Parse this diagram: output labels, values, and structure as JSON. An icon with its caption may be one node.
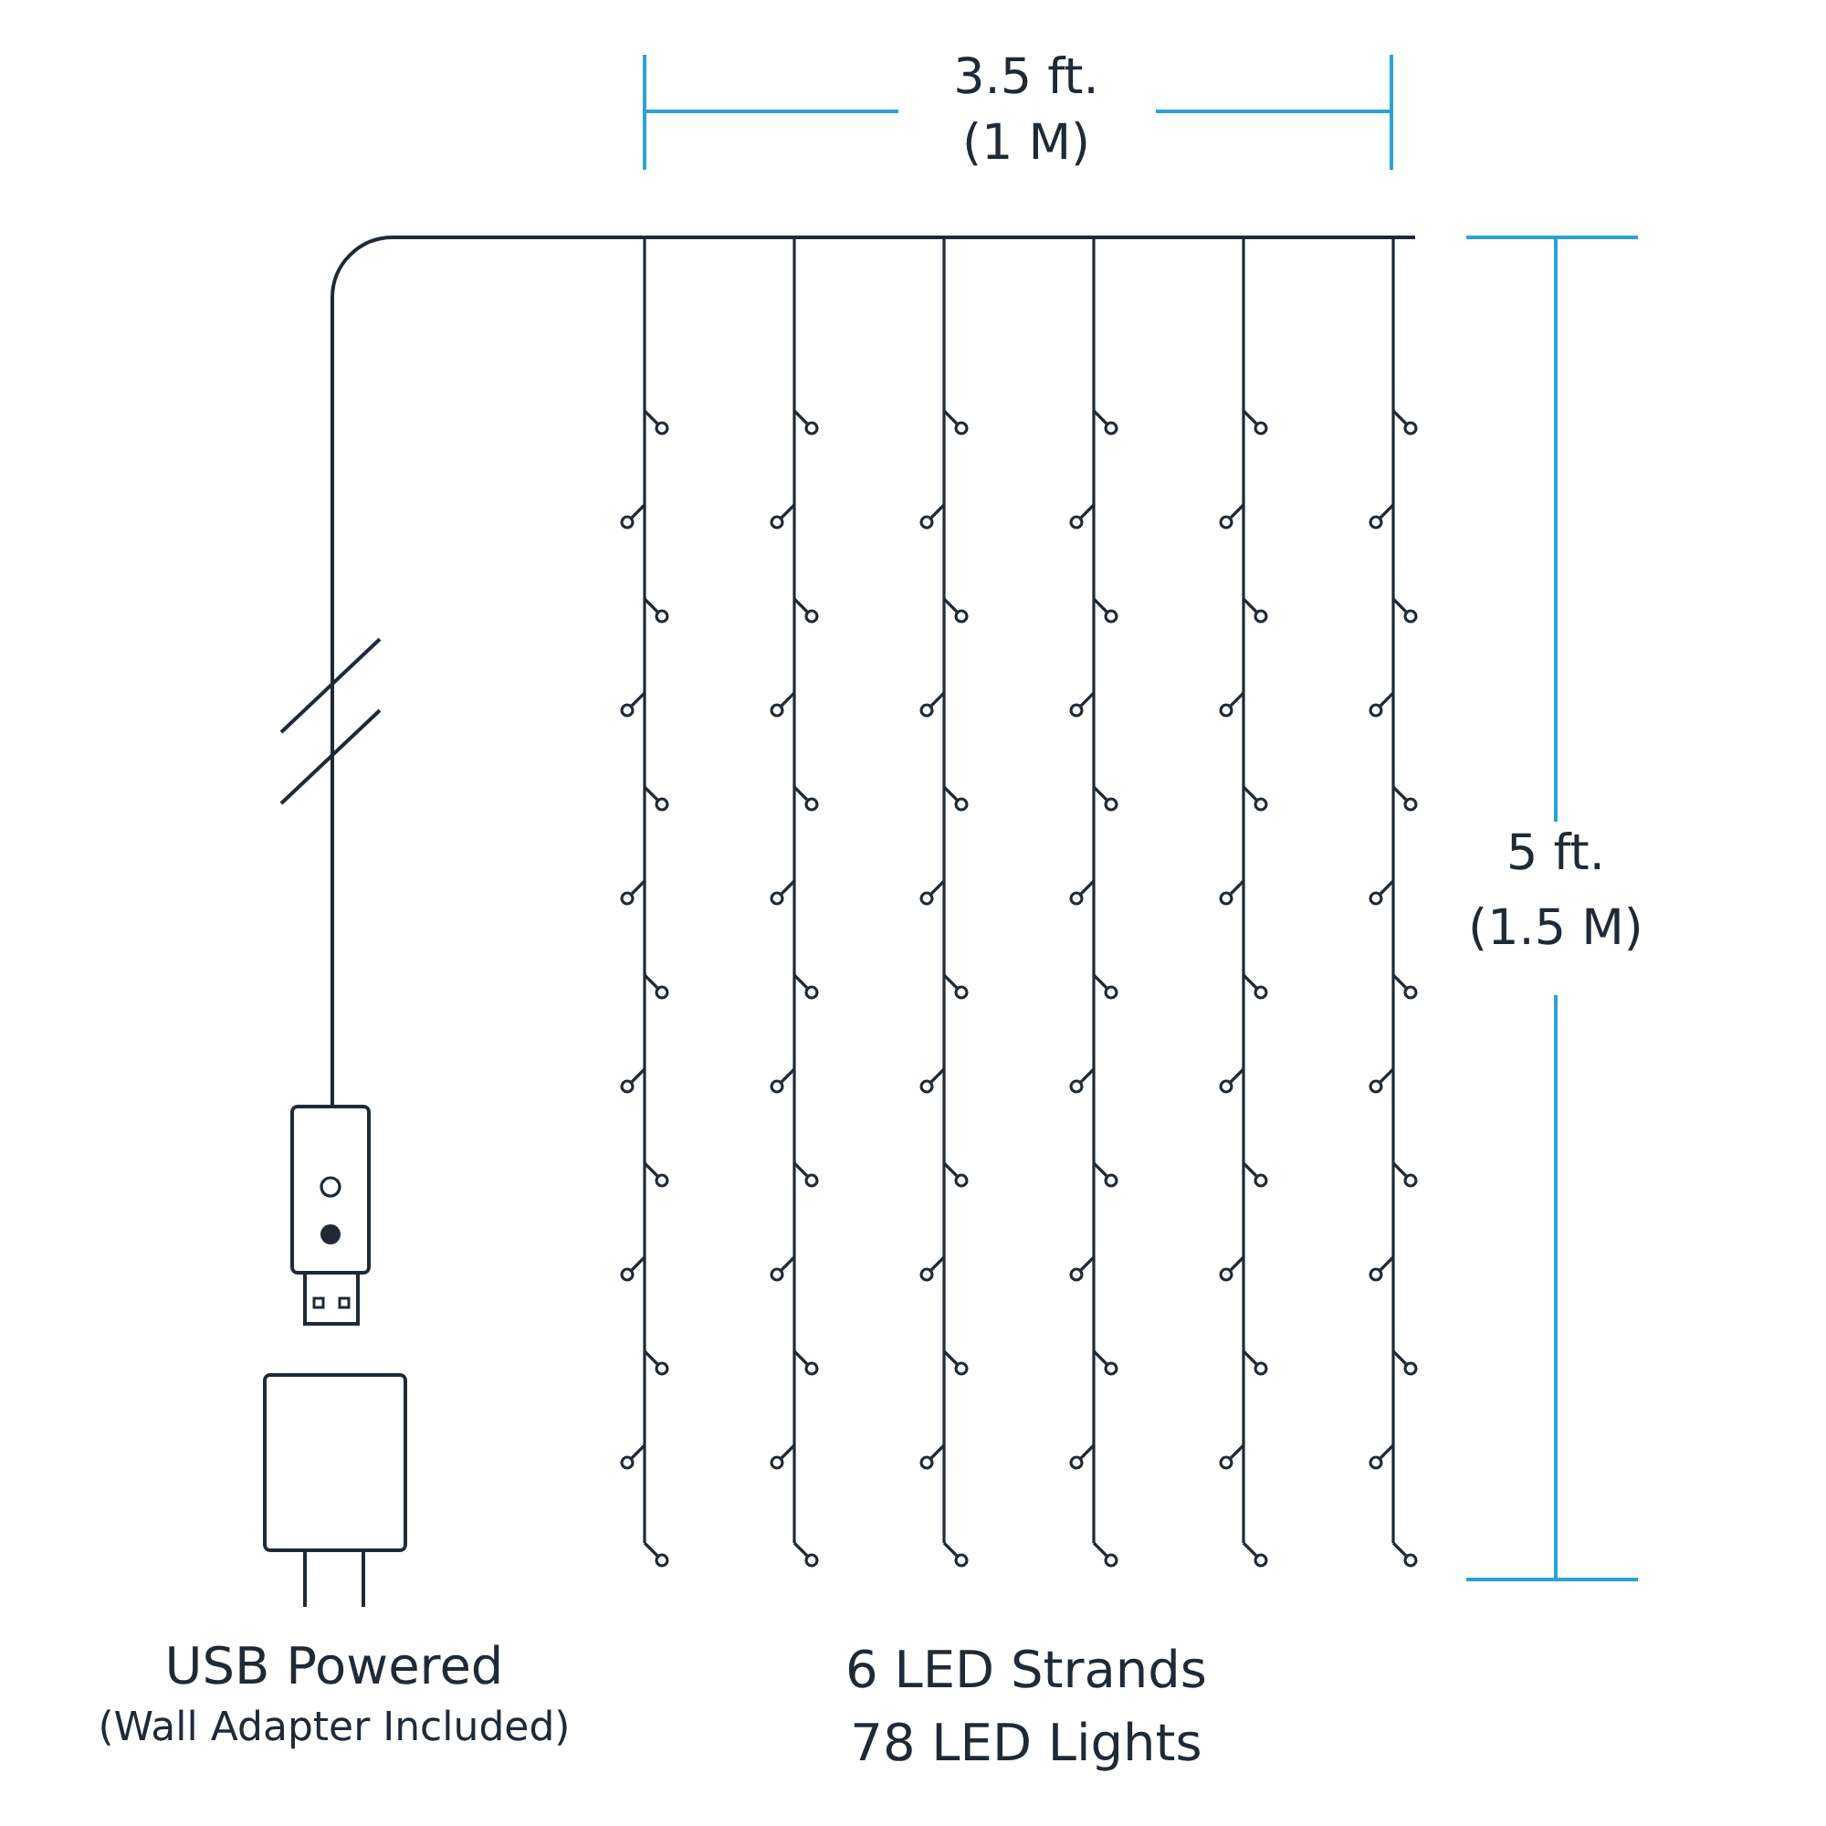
{
  "diagram": {
    "labels": [
      "3.5 ft.",
      "(1 M)",
      "5 ft.",
      "(1.5 M)",
      "USB Powered",
      "(Wall Adapter Included)",
      "6 LED Strands",
      "78 LED Lights"
    ]
  }
}
